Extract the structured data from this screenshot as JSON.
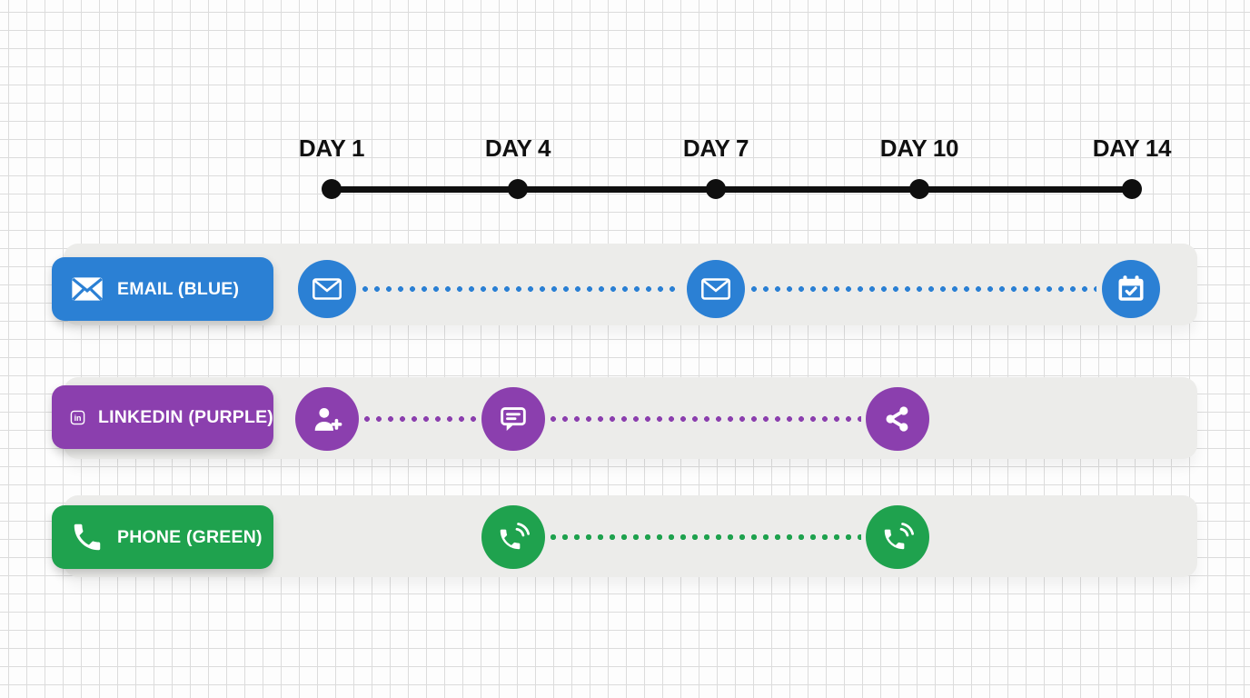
{
  "timeline": {
    "day_labels": [
      "DAY 1",
      "DAY 4",
      "DAY 7",
      "DAY 10",
      "DAY 14"
    ]
  },
  "rows": [
    {
      "label": "EMAIL (BLUE)",
      "color": "#2b80d4",
      "chip_icon": "envelope-icon",
      "events": [
        {
          "day": "DAY 1",
          "icon": "envelope-icon"
        },
        {
          "day": "DAY 7",
          "icon": "envelope-icon"
        },
        {
          "day": "DAY 14",
          "icon": "calendar-check-icon"
        }
      ]
    },
    {
      "label": "LINKEDIN (PURPLE)",
      "color": "#8b3fae",
      "chip_icon": "linkedin-icon",
      "events": [
        {
          "day": "DAY 1",
          "icon": "person-add-icon"
        },
        {
          "day": "DAY 4",
          "icon": "chat-bubble-icon"
        },
        {
          "day": "DAY 10",
          "icon": "share-icon"
        }
      ]
    },
    {
      "label": "PHONE (GREEN)",
      "color": "#1fa24e",
      "chip_icon": "phone-icon",
      "events": [
        {
          "day": "DAY 4",
          "icon": "phone-ringing-icon"
        },
        {
          "day": "DAY 10",
          "icon": "phone-ringing-icon"
        }
      ]
    }
  ]
}
